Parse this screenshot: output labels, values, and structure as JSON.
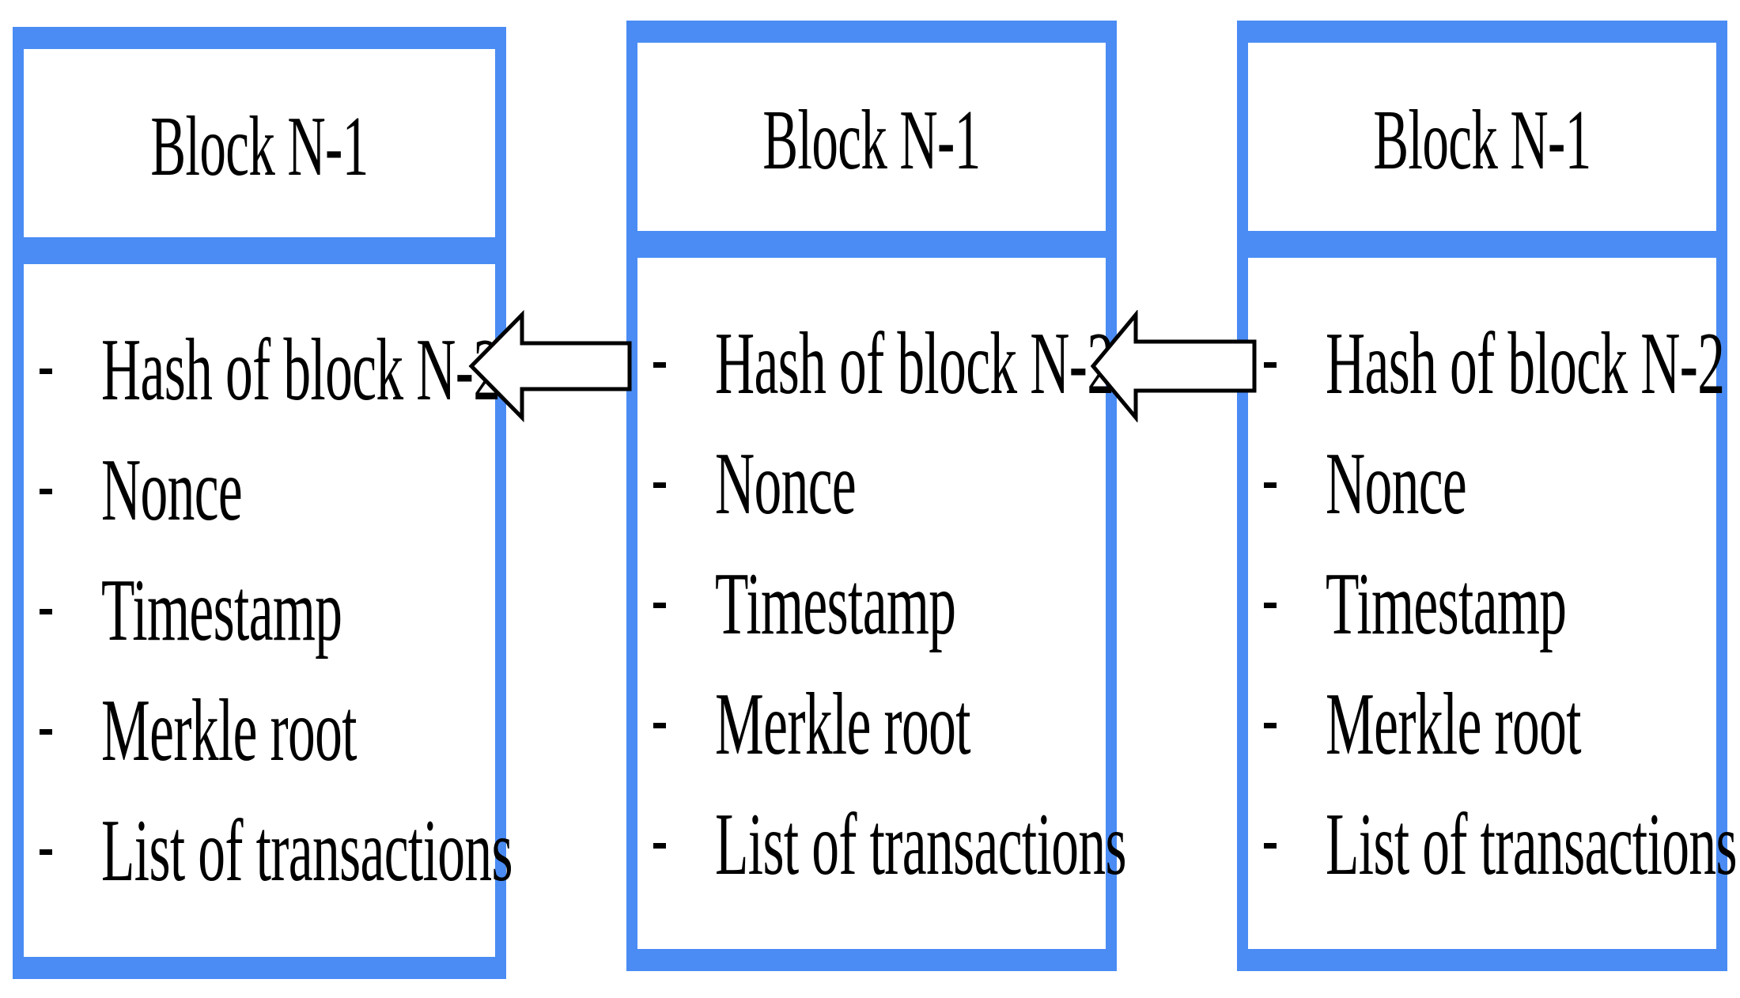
{
  "blocks": [
    {
      "title": "Block N-1",
      "fields": [
        "Hash of block N-2",
        "Nonce",
        "Timestamp",
        "Merkle root",
        "List of transactions"
      ]
    },
    {
      "title": "Block N-1",
      "fields": [
        "Hash of block N-2",
        "Nonce",
        "Timestamp",
        "Merkle root",
        "List of transactions"
      ]
    },
    {
      "title": "Block N-1",
      "fields": [
        "Hash of block N-2",
        "Nonce",
        "Timestamp",
        "Merkle root",
        "List of transactions"
      ]
    }
  ],
  "colors": {
    "block_border": "#4a8cf4",
    "text": "#000000",
    "arrow_fill": "#ffffff",
    "arrow_stroke": "#000000"
  },
  "icons": {
    "link_arrow": "arrow-left-icon",
    "bullet": "dash-bullet-icon"
  }
}
